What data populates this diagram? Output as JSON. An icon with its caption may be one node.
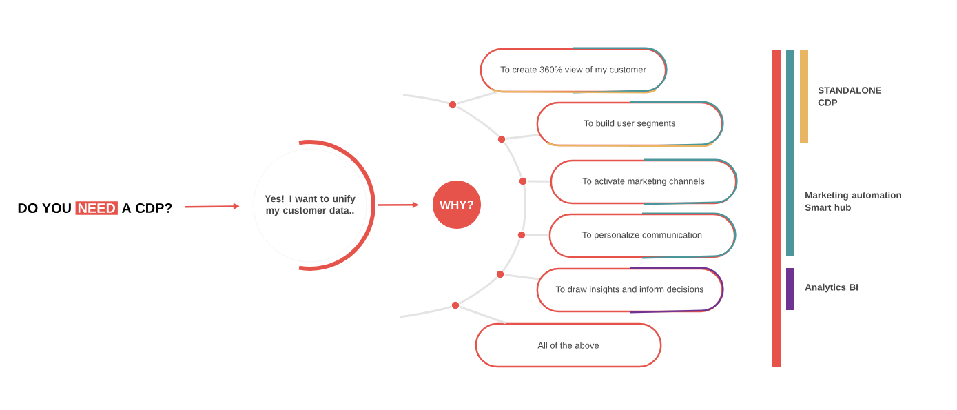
{
  "diagram": {
    "nodes": [
      {
        "text": [
          "DO YOU",
          "NEED",
          "A CDP?"
        ]
      },
      {
        "text": [
          "Yes! I want to unify my customer data.."
        ]
      },
      {
        "text": [
          "WHY?"
        ]
      },
      {
        "text": [
          "To create 360% view of my customer"
        ]
      },
      {
        "text": [
          "To build user segments"
        ]
      },
      {
        "text": [
          "To activate marketing channels"
        ]
      },
      {
        "text": [
          "To personalize communication"
        ]
      },
      {
        "text": [
          "To draw insights and inform decisions"
        ]
      },
      {
        "text": [
          "All of the above"
        ]
      },
      {
        "text": [],
        "shape": "circle"
      },
      {
        "text": [],
        "shape": "circle"
      },
      {
        "text": [],
        "shape": "circle"
      },
      {
        "text": [],
        "shape": "circle"
      },
      {
        "text": [],
        "shape": "circle"
      },
      {
        "text": [],
        "shape": "circle"
      }
    ],
    "edges": [
      {
        "from": 0,
        "to": 1,
        "arrow": "to",
        "color": "#e5534b"
      },
      {
        "from": 1,
        "to": 2,
        "arrow": "to",
        "color": "#e5534b"
      },
      {
        "from": 9,
        "to": 3,
        "arrow": "none"
      },
      {
        "from": 10,
        "to": 4,
        "arrow": "none"
      },
      {
        "from": 11,
        "to": 5,
        "arrow": "none"
      },
      {
        "from": 12,
        "to": 6,
        "arrow": "none"
      },
      {
        "from": 13,
        "to": 7,
        "arrow": "none"
      },
      {
        "from": 14,
        "to": 8,
        "arrow": "none"
      }
    ],
    "legend": [
      {
        "text": "STANDALONE CDP",
        "color": "#e8b563"
      },
      {
        "text": "Marketing automation Smart hub",
        "color": "#4a969b"
      },
      {
        "text": "Analytics BI",
        "color": "#6f3491"
      }
    ]
  }
}
